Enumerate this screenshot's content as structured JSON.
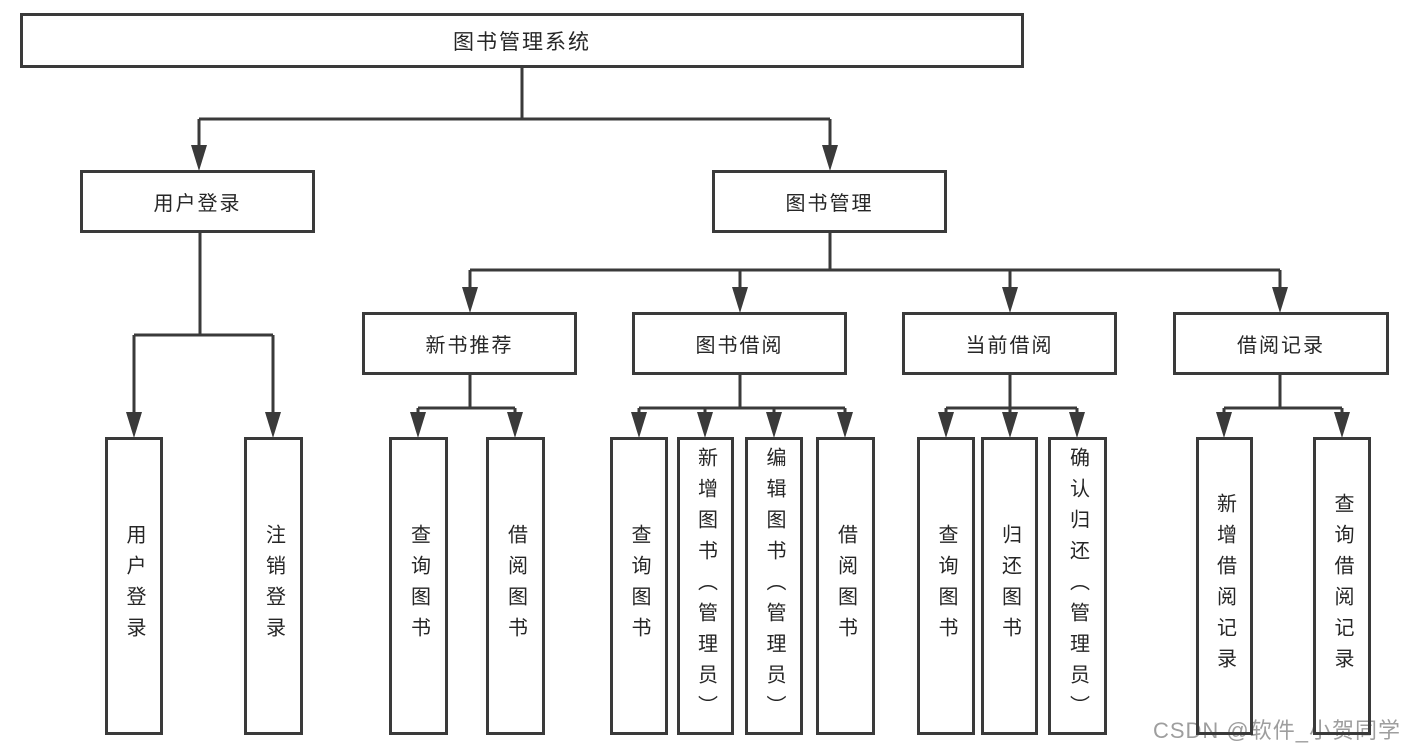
{
  "tree": {
    "root": "图书管理系统",
    "user_login": {
      "label": "用户登录",
      "leaves": [
        "用户登录",
        "注销登录"
      ]
    },
    "book_mgmt": {
      "label": "图书管理",
      "groups": [
        {
          "label": "新书推荐",
          "leaves": [
            "查询图书",
            "借阅图书"
          ]
        },
        {
          "label": "图书借阅",
          "leaves": [
            "查询图书",
            "新增图书（管理员）",
            "编辑图书（管理员）",
            "借阅图书"
          ]
        },
        {
          "label": "当前借阅",
          "leaves": [
            "查询图书",
            "归还图书",
            "确认归还（管理员）"
          ]
        },
        {
          "label": "借阅记录",
          "leaves": [
            "新增借阅记录",
            "查询借阅记录"
          ]
        }
      ]
    }
  },
  "watermark": {
    "text": "CSDN @软件_小贺同学"
  },
  "colors": {
    "line": "#3a3a3a",
    "text": "#262626",
    "watermark": "#9e9e9e",
    "background": "#ffffff"
  }
}
